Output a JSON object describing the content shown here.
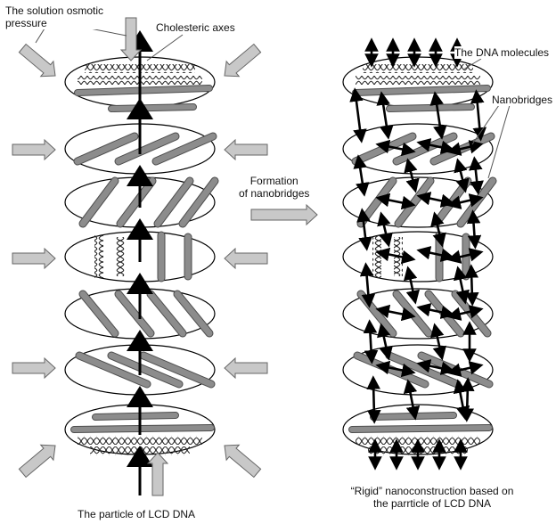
{
  "labels": {
    "osmotic_pressure_line1": "The solution osmotic",
    "osmotic_pressure_line2": "pressure",
    "cholesteric_axes": "Cholesteric axes",
    "dna_molecules": "The DNA molecules",
    "nanobridges": "Nanobridges",
    "formation_line1": "Formation",
    "formation_line2": "of nanobridges",
    "particle_caption": "The particle of LCD DNA",
    "rigid_line1": "“Rigid” nanoconstruction based on",
    "rigid_line2": "the parrticle of LCD DNA"
  },
  "colors": {
    "rod": "#8c8c8c",
    "rod_edge": "#4d4d4d",
    "arrow_fill": "#c8c8c8",
    "arrow_edge": "#666666",
    "ink": "#000000"
  }
}
